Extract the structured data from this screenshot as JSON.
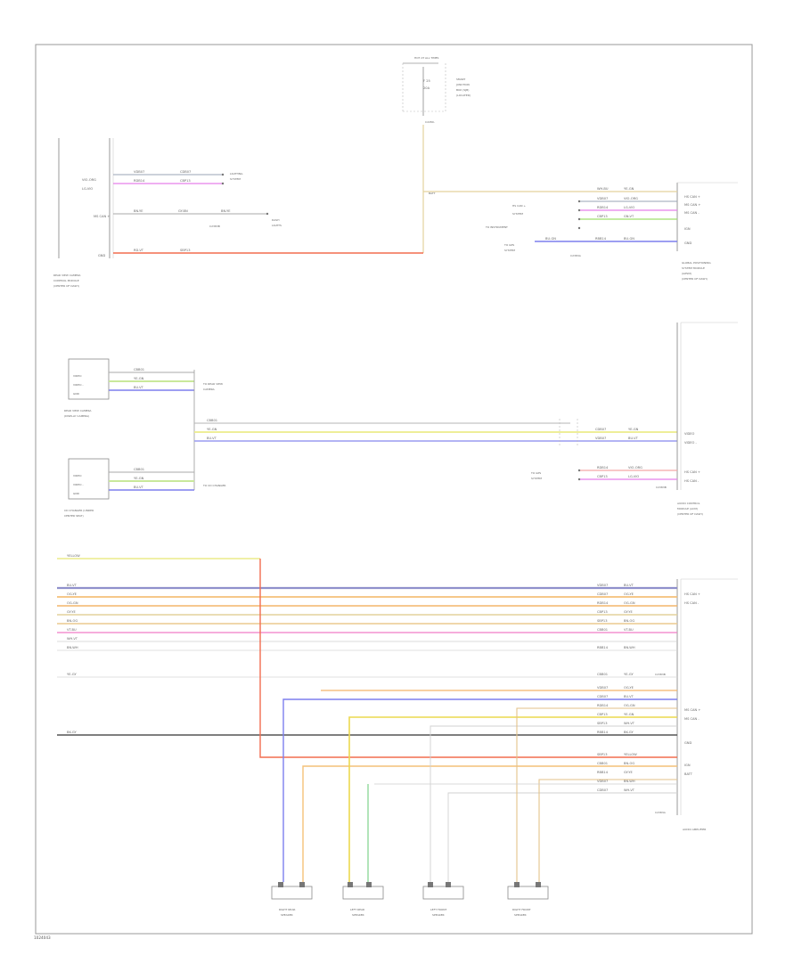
{
  "diagram": {
    "page_id": "1024043",
    "components": {
      "fuse_box": {
        "top": "HOT AT ALL TIMES",
        "label1": "SMART",
        "label2": "JUNCTION",
        "label3": "BOX (SJB)",
        "label4": "(LOCATED)",
        "fuse": "F 25",
        "amp": "20A",
        "pin": "C2280-"
      },
      "radio_camera": {
        "l1": "REAR VIEW CAMERA",
        "l2": "CONTROL MODULE",
        "l3": "(CENTER OF DASH)"
      },
      "ctrl_module": {
        "l1": "GLOBAL POSITIONING",
        "l2": "SYSTEM MODULE",
        "l3": "(GPSM)",
        "l4": "(CENTER OF DASH)"
      },
      "rear_view_camera": {
        "l1": "REAR VIEW CAMERA",
        "l2": "(DISPLAY CAMERA)"
      },
      "cd_changer": {
        "l1": "CD CHANGER (UNDER",
        "l2": "CENTER SEAT)"
      },
      "radio_unit": {
        "l1": "AUDIO CONTROL",
        "l2": "MODULE (ACM)",
        "l3": "(CENTER OF DASH)"
      },
      "amplifier": {
        "l1": "AUDIO AMPLIFIER"
      },
      "speakers": [
        {
          "l1": "RIGHT REAR",
          "l2": "SPEAKER"
        },
        {
          "l1": "LEFT REAR",
          "l2": "SPEAKER"
        },
        {
          "l1": "LEFT FRONT",
          "l2": "SPEAKER"
        },
        {
          "l1": "RIGHT FRONT",
          "l2": "SPEAKER"
        }
      ]
    },
    "labels": {
      "ground": "GND",
      "to_lighting": "LIGHTING",
      "to_lighting2": "SYSTEM",
      "dash_illum": "DASH",
      "dash_illum2": "LIGHTS",
      "to_rear_view": "TO REAR VIEW",
      "to_rear_view2": "CAMERA",
      "to_cd": "TO CD CHANGER",
      "to_cluster": "TO INSTRUMENT",
      "to_cluster2": "CLUSTER",
      "to_gps": "TO GPS",
      "to_gps2": "SYSTEM",
      "hs_can": "HS CAN +",
      "hs_can_m": "HS CAN -",
      "ms_can": "MS CAN +",
      "ms_can_m": "MS CAN -",
      "video": "VIDEO",
      "video_m": "VIDEO -",
      "batt": "BATT",
      "ign": "IGN",
      "c_pin": "C2383B",
      "c_pin2": "C2383A"
    },
    "wire_colors": {
      "red": "#f26d4f",
      "yellow": "#ecec8a",
      "blue": "#7d7fee",
      "violet": "#e57fe9",
      "green": "#9fdf6c",
      "orange": "#f4c178",
      "gray": "#b5b5b5",
      "dark": "#555555",
      "ltgreen": "#c9e89b",
      "tan": "#e3d29c"
    },
    "wires": {
      "w1": "VIO-ORG",
      "w2": "LG-VIO",
      "w3": "BN-YE",
      "w4": "GY-BN",
      "w5": "YE-GN",
      "w6": "BU-VT",
      "w7": "OG-YE",
      "w8": "VT-BU",
      "w9": "WH-BU",
      "w10": "BN-WH",
      "w11": "GN-VT",
      "w12": "BU-GN",
      "w13": "YE-GY",
      "w14": "RD-VT",
      "w15": "YELLOW",
      "w16": "BK-GY",
      "w17": "GY-YE",
      "w18": "OG-GN",
      "w19": "WH-VT",
      "w20": "BN-OG"
    },
    "circuits": {
      "c1": "VDB07",
      "c2": "CDB07",
      "c3": "RDB14",
      "c4": "CBP13",
      "c5": "SBP13",
      "c6": "CBB01",
      "c7": "RBB14"
    }
  }
}
